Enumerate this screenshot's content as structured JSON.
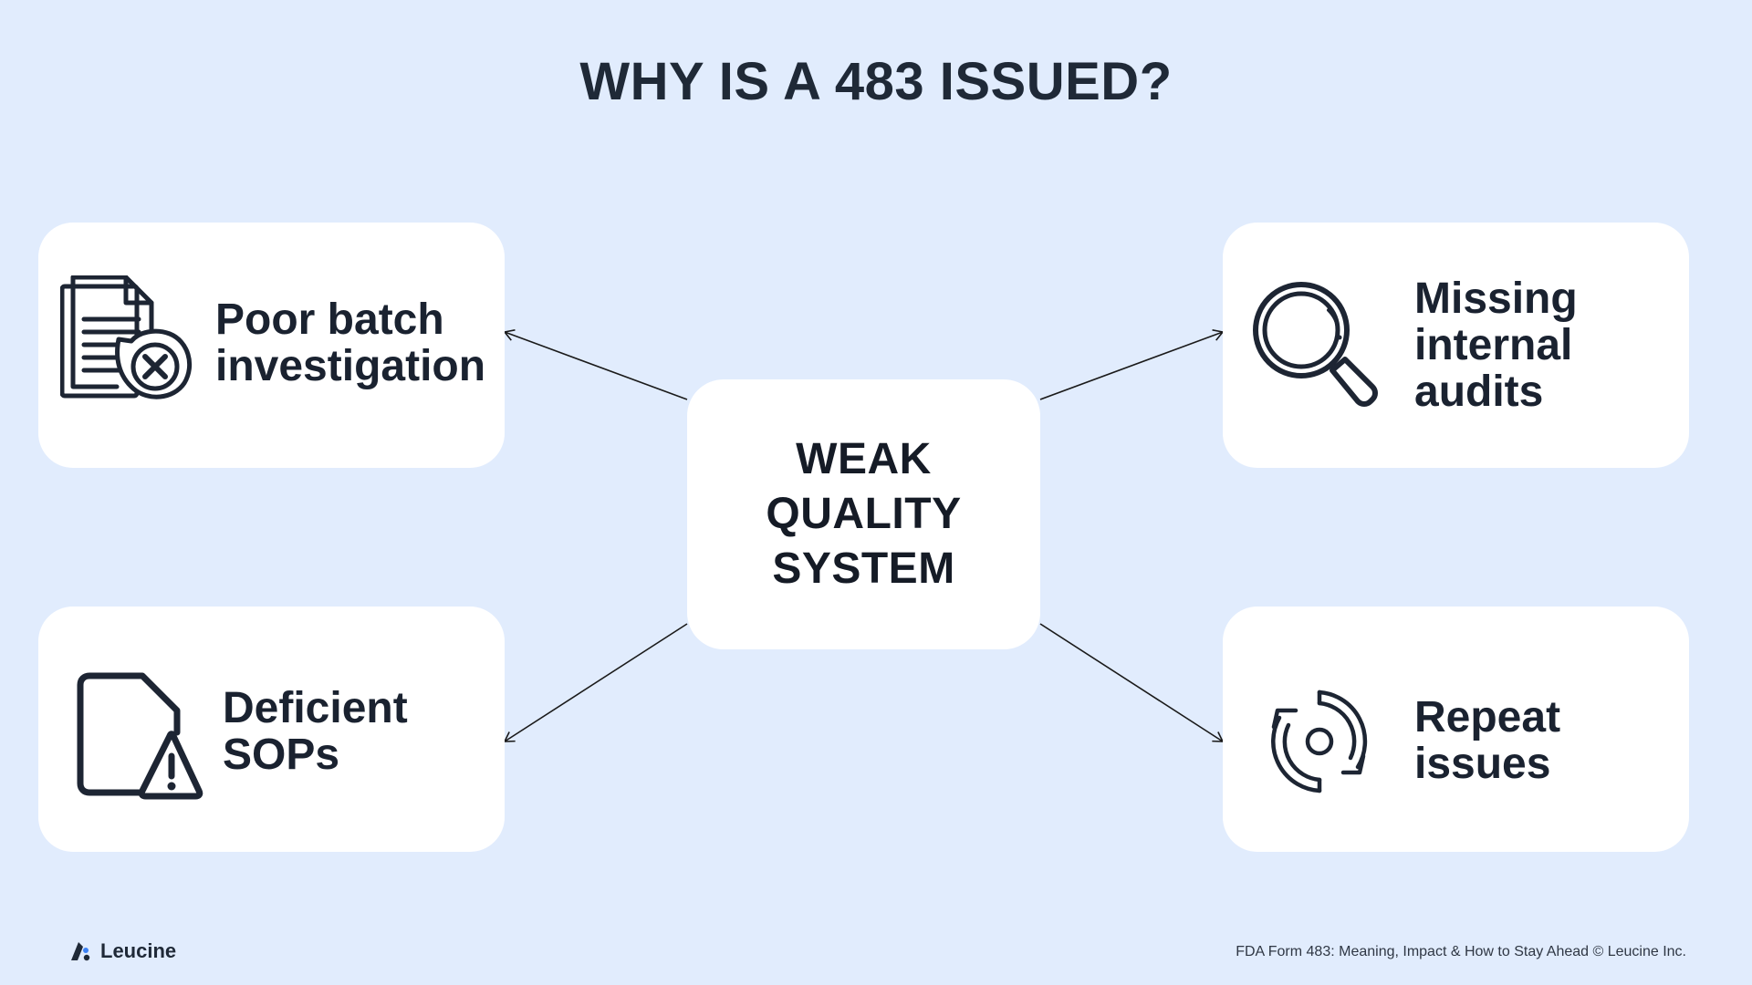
{
  "title": "WHY IS A 483 ISSUED?",
  "center": {
    "lines": [
      "WEAK",
      "QUALITY",
      "SYSTEM"
    ]
  },
  "causes": [
    {
      "lines": [
        "Poor batch",
        "investigation"
      ],
      "icon": "document-x-icon"
    },
    {
      "lines": [
        "Missing",
        "internal",
        "audits"
      ],
      "icon": "magnifier-icon"
    },
    {
      "lines": [
        "Deficient",
        "SOPs"
      ],
      "icon": "document-warning-icon"
    },
    {
      "lines": [
        "Repeat",
        "issues"
      ],
      "icon": "cycle-arrows-icon"
    }
  ],
  "footer": {
    "brand": "Leucine",
    "note": "FDA Form 483: Meaning, Impact & How to Stay Ahead © Leucine Inc."
  },
  "colors": {
    "background": "#e1ecfd",
    "card": "#ffffff",
    "text": "#1f2937",
    "icon": "#1d2533"
  }
}
